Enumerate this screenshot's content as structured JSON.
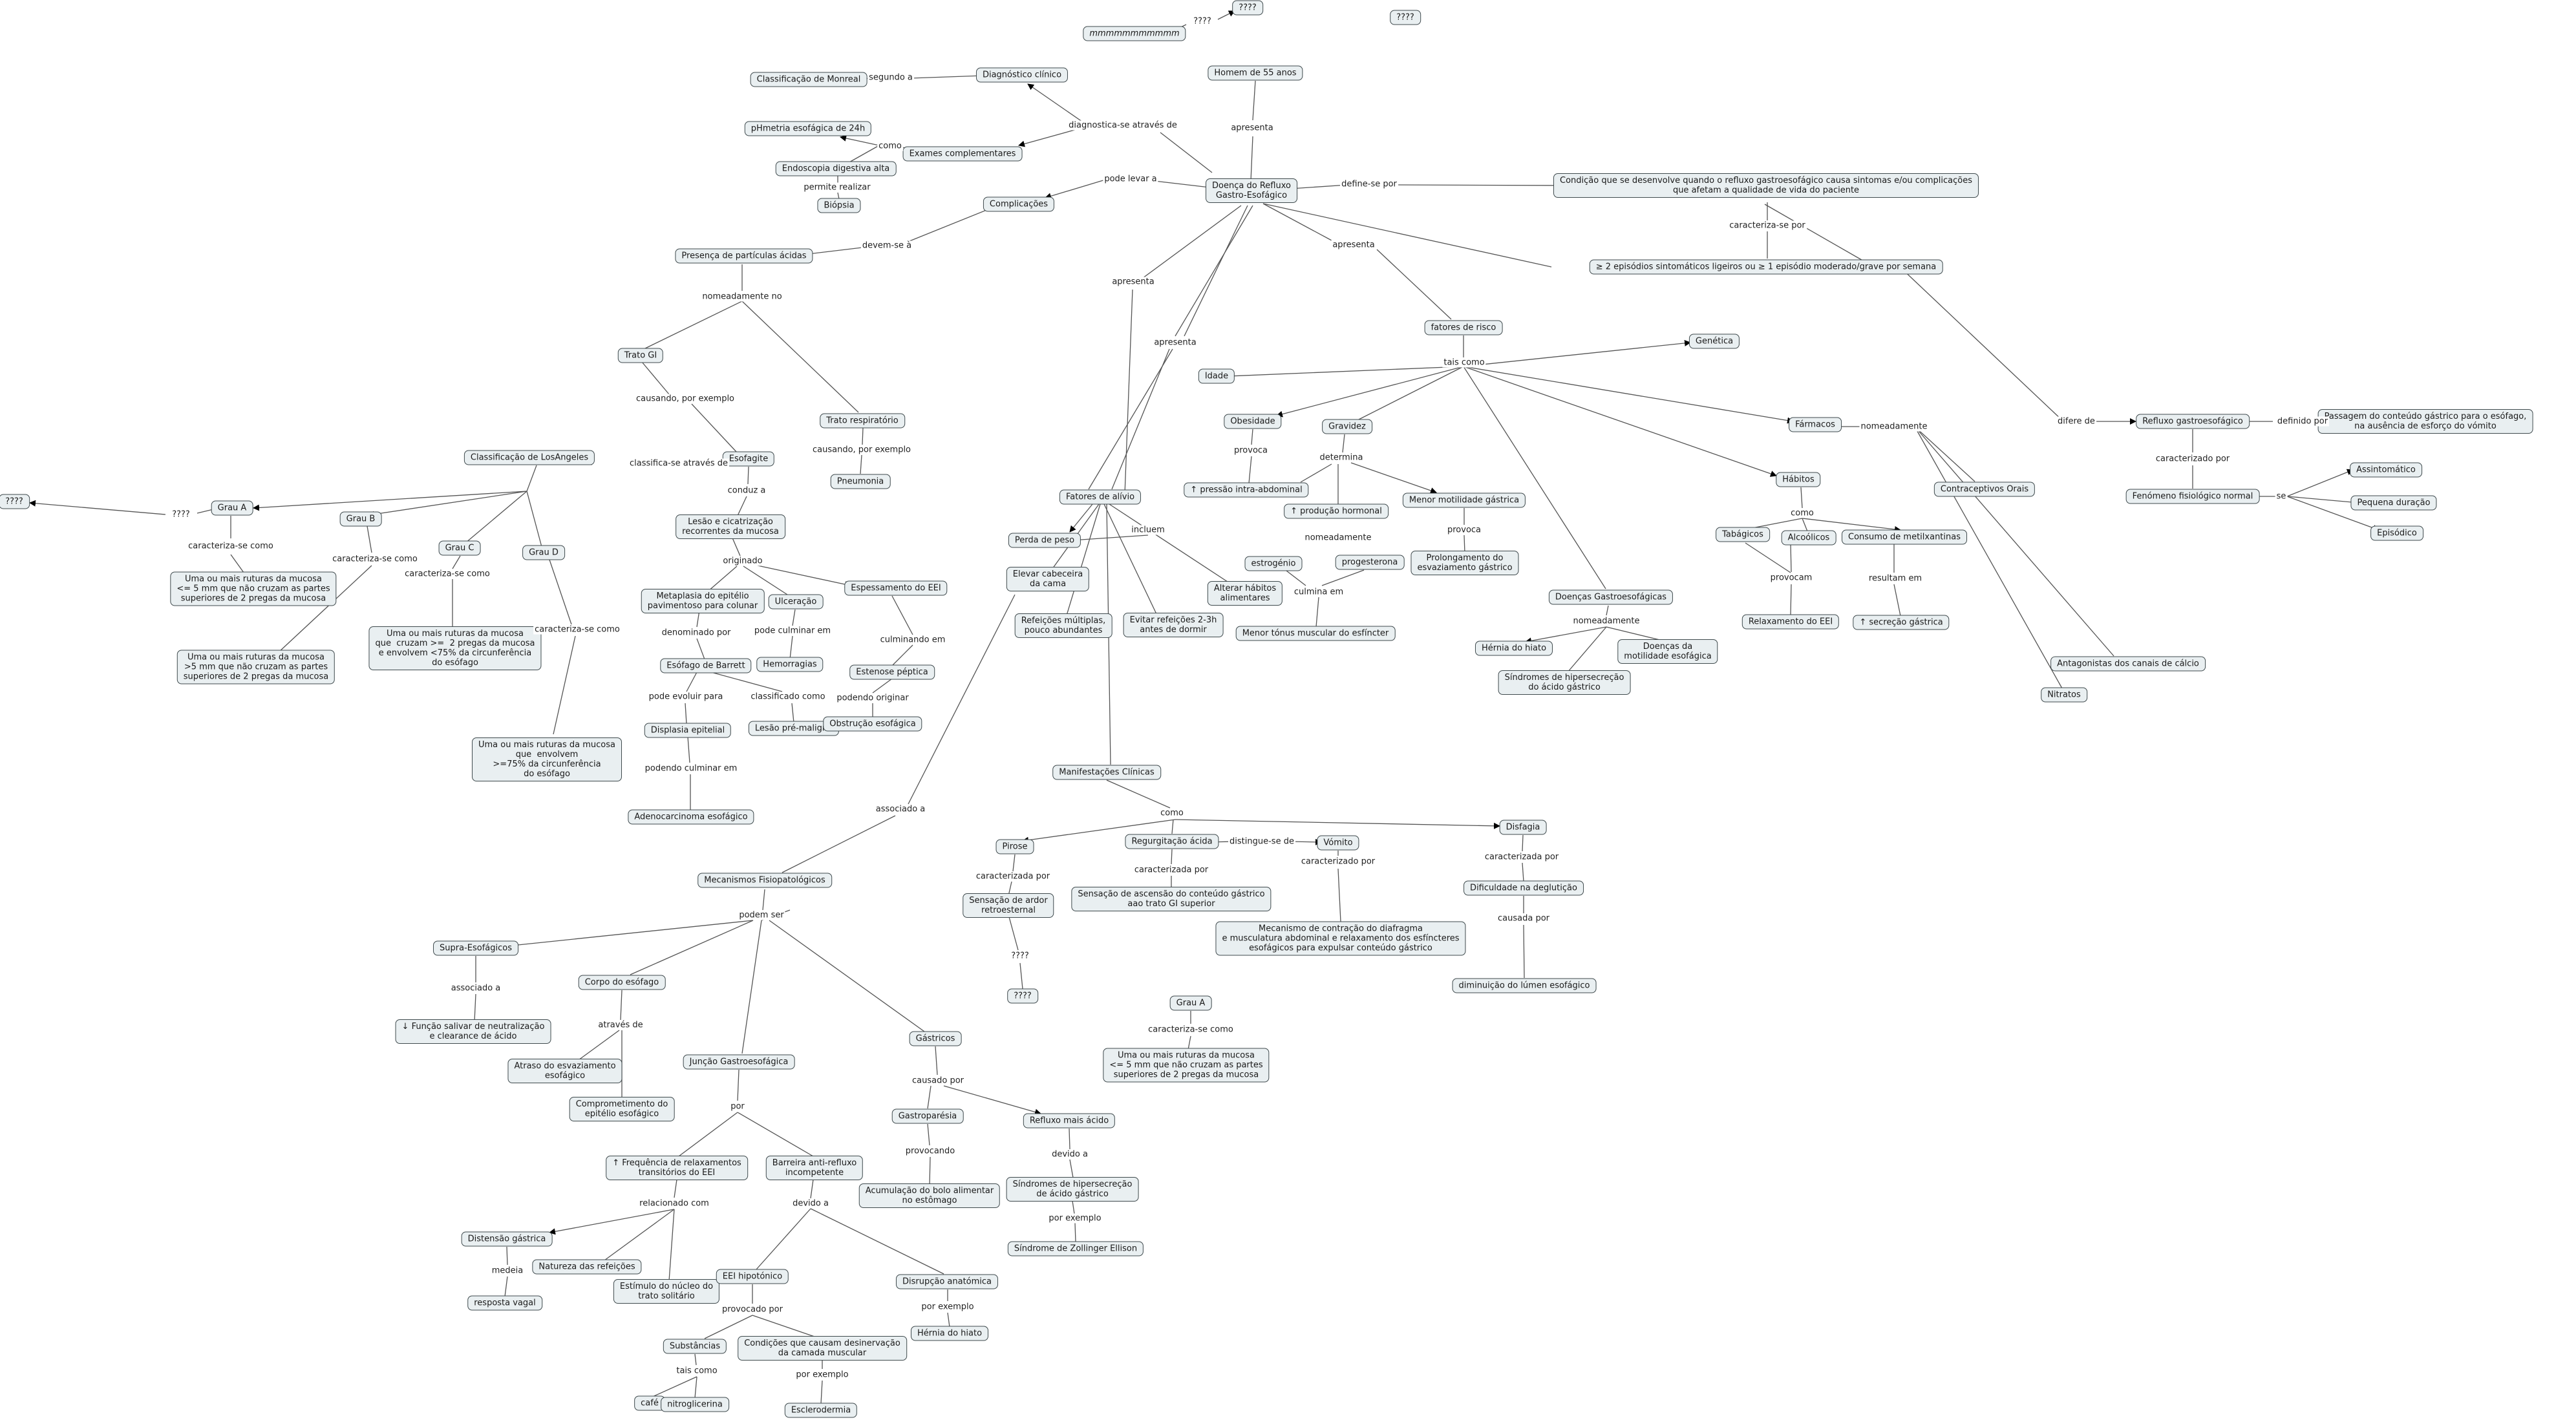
{
  "nodes": {
    "q_top": "????",
    "q_top2": "????",
    "mmm": "mmmmmmmmmmm",
    "diag_clinico": "Diagnóstico clínico",
    "homem55": "Homem de 55 anos",
    "class_monreal": "Classificação de Monreal",
    "phmetria": "pHmetria esofágica de 24h",
    "exames": "Exames complementares",
    "endoscopia": "Endoscopia digestiva alta",
    "biopsia": "Biópsia",
    "drge": "Doença do Refluxo\nGastro-Esofágico",
    "complicacoes": "Complicações",
    "definicao": "Condição que se desenvolve quando o refluxo gastroesofágico causa sintomas e/ou complicações\nque afetam a qualidade de vida do paciente",
    "episodios": "≥ 2 episódios sintomáticos ligeiros ou ≥ 1 episódio moderado/grave por semana",
    "particulas": "Presença de partículas ácidas",
    "fatores_risco": "fatores de risco",
    "genetica": "Genética",
    "idade": "Idade",
    "trato_gi": "Trato GI",
    "trato_resp": "Trato respiratório",
    "pneumonia": "Pneumonia",
    "obesidade": "Obesidade",
    "gravidez": "Gravidez",
    "farmacos": "Fármacos",
    "refluxo_gastro": "Refluxo gastroesofágico",
    "passagem": "Passagem do conteúdo gástrico para o esófago,\nna ausência de esforço do vómito",
    "class_la": "Classificação de LosAngeles",
    "esofagite": "Esofagite",
    "pressao": "↑ pressão intra-abdominal",
    "prod_hormonal": "↑ produção hormonal",
    "menor_motilidade": "Menor motilidade gástrica",
    "habitos": "Hábitos",
    "contraceptivos": "Contraceptivos Orais",
    "fenomeno": "Fenómeno fisiológico normal",
    "assintomatico": "Assintomático",
    "pequena": "Pequena duração",
    "episodico": "Episódico",
    "q_left": "????",
    "grau_a": "Grau A",
    "grau_b": "Grau B",
    "grau_c": "Grau C",
    "grau_d": "Grau D",
    "lesao": "Lesão e cicatrização\nrecorrentes da mucosa",
    "fatores_alivio": "Fatores de alívio",
    "perda_peso": "Perda de peso",
    "elevar": "Elevar cabeceira\nda cama",
    "estrogenio": "estrogénio",
    "progesterona": "progesterona",
    "prolongamento": "Prolongamento do\nesvaziamento gástrico",
    "tabagicos": "Tabágicos",
    "alcoolicos": "Alcoólicos",
    "metilxantinas": "Consumo de metilxantinas",
    "grau_a_desc": "Uma ou mais ruturas da mucosa\n<= 5 mm que não cruzam as partes\nsuperiores de 2 pregas da mucosa",
    "metaplasia": "Metaplasia do epitélio\npavimentoso para colunar",
    "ulceracao": "Ulceração",
    "espessamento": "Espessamento do EEI",
    "refeicoes_multiplas": "Refeições múltiplas,\npouco abundantes",
    "evitar_refeicoes": "Evitar refeições 2-3h\nantes de dormir",
    "alterar_habitos": "Alterar hábitos\nalimentares",
    "menor_tonus": "Menor tónus muscular do esfíncter",
    "doencas_gastro": "Doenças Gastroesofágicas",
    "relaxamento_eei": "Relaxamento do EEI",
    "secrecao_gastrica": "↑ secreção gástrica",
    "antagonistas": "Antagonistas dos canais de cálcio",
    "grau_c_desc": "Uma ou mais ruturas da mucosa\nque  cruzam >=  2 pregas da mucosa\ne envolvem <75% da circunferência\ndo esófago",
    "grau_b_desc": "Uma ou mais ruturas da mucosa\n>5 mm que não cruzam as partes\nsuperiores de 2 pregas da mucosa",
    "barrett": "Esófago de Barrett",
    "hemorragias": "Hemorragias",
    "estenose": "Estenose péptica",
    "hernia_hiato": "Hérnia do hiato",
    "doencas_motilidade": "Doenças da\nmotilidade esofágica",
    "sindromes_hiper": "Síndromes de hipersecreção\ndo ácido gástrico",
    "nitratos": "Nitratos",
    "displasia": "Displasia epitelial",
    "lesao_pre": "Lesão pré-maligna",
    "obstrucao": "Obstrução esofágica",
    "grau_d_desc": "Uma ou mais ruturas da mucosa\nque  envolvem\n>=75% da circunferência\ndo esófago",
    "manifestacoes": "Manifestações Clínicas",
    "adenocarcinoma": "Adenocarcinoma esofágico",
    "disfagia": "Disfagia",
    "pirose": "Pirose",
    "regurgitacao": "Regurgitação ácida",
    "vomito": "Vómito",
    "mecanismos": "Mecanismos Fisiopatológicos",
    "sensacao_ardor": "Sensação de ardor\nretroesternal",
    "sensacao_ascensao": "Sensação de ascensão do conteúdo gástrico\naao trato GI superior",
    "dificuldade": "Dificuldade na deglutição",
    "mecanismo_contracao": "Mecanismo de contração do diafragma\ne musculatura abdominal e relaxamento dos esfíncteres\nesofágicos para expulsar conteúdo gástrico",
    "supra": "Supra-Esofágicos",
    "corpo": "Corpo do esófago",
    "diminuicao": "diminuição do lúmen esofágico",
    "q_mid": "????",
    "grau_a2": "Grau A",
    "funcao_salivar": "↓ Função salivar de neutralização\ne clearance de ácido",
    "gastricos": "Gástricos",
    "grau_a2_desc": "Uma ou mais ruturas da mucosa\n<= 5 mm que não cruzam as partes\nsuperiores de 2 pregas da mucosa",
    "juncao": "Junção Gastroesofágica",
    "atraso": "Atraso do esvaziamento\nesofágico",
    "comprometimento": "Comprometimento do\nepitélio esofágico",
    "gastroparesia": "Gastroparésia",
    "refluxo_acido": "Refluxo mais ácido",
    "frequencia": "↑ Frequência de relaxamentos\ntransitórios do EEI",
    "barreira": "Barreira anti-refluxo\nincompetente",
    "acumulacao": "Acumulação do bolo alimentar\nno estômago",
    "sindromes_hiper2": "Síndromes de hipersecreção\nde ácido gástrico",
    "distensao": "Distensão gástrica",
    "natureza": "Natureza das refeições",
    "estimulo": "Estímulo do núcleo do\ntrato solitário",
    "zollinger": "Síndrome de Zollinger Ellison",
    "eei_hipotonico": "EEI hipotónico",
    "disrupcao": "Disrupção anatómica",
    "resposta_vagal": "resposta vagal",
    "substancias": "Substâncias",
    "condicoes": "Condições que causam desinervação\nda camada muscular",
    "hernia_hiato2": "Hérnia do hiato",
    "cafe": "café",
    "nitroglicerina": "nitroglicerina",
    "esclerodermia": "Esclerodermia"
  },
  "labels": {
    "l_q_mmm": "????",
    "l_segundo": "segundo a",
    "l_diagnostica": "diagnostica-se através de",
    "l_como": "como",
    "l_apresenta_homem": "apresenta",
    "l_permite": "permite realizar",
    "l_pode_levar": "pode levar a",
    "l_define": "define-se por",
    "l_caracteriza_def": "caracteriza-se por",
    "l_devem": "devem-se à",
    "l_apresenta_fr": "apresenta",
    "l_apresenta_left": "apresenta",
    "l_apresenta_mid": "apresenta",
    "l_nomeadamente_no": "nomeadamente no",
    "l_tais_como": "tais como",
    "l_difere": "difere de",
    "l_definido": "definido por",
    "l_causando": "causando, por exemplo",
    "l_causando2": "causando, por exemplo",
    "l_provoca": "provoca",
    "l_determina": "determina",
    "l_nomeadamente_farm": "nomeadamente",
    "l_caracterizado": "caracterizado por",
    "l_classifica": "classifica-se através de",
    "l_q_left": "????",
    "l_conduz": "conduz a",
    "l_se": "se",
    "l_provoca2": "provoca",
    "l_como_hab": "como",
    "l_nomeadamente_est": "nomeadamente",
    "l_caracteriza_a": "caracteriza-se como",
    "l_caracteriza_b": "caracteriza-se como",
    "l_caracteriza_c": "caracteriza-se como",
    "l_caracteriza_d": "caracteriza-se como",
    "l_originado": "originado",
    "l_incluem": "incluem",
    "l_culmina": "culmina em",
    "l_provocam": "provocam",
    "l_resultam": "resultam em",
    "l_denominado": "denominado por",
    "l_pode_culminar": "pode culminar em",
    "l_culminando": "culminando em",
    "l_nomeadamente_doe": "nomeadamente",
    "l_pode_evoluir": "pode evoluir para",
    "l_classificado": "classificado como",
    "l_podendo_originar": "podendo originar",
    "l_podendo_culminar": "podendo culminar em",
    "l_associado": "associado a",
    "l_como_man": "como",
    "l_distingue": "distingue-se de",
    "l_caracterizado_vom": "caracterizado por",
    "l_caracterizada_pir": "caracterizada por",
    "l_caracterizada_reg": "caracterizada por",
    "l_caracterizada_dis": "caracterizada por",
    "l_podem_ser": "podem ser",
    "l_causada": "causada por",
    "l_q_mid": "????",
    "l_caracteriza_a2": "caracteriza-se como",
    "l_associado2": "associado a",
    "l_atraves": "através de",
    "l_causado": "causado por",
    "l_por": "por",
    "l_provocando": "provocando",
    "l_devido": "devido a",
    "l_relacionado": "relacionado com",
    "l_devido2": "devido a",
    "l_por_exemplo": "por exemplo",
    "l_medeia": "medeia",
    "l_provocado": "provocado por",
    "l_por_exemplo2": "por exemplo",
    "l_tais_como2": "tais como",
    "l_por_exemplo3": "por exemplo"
  }
}
